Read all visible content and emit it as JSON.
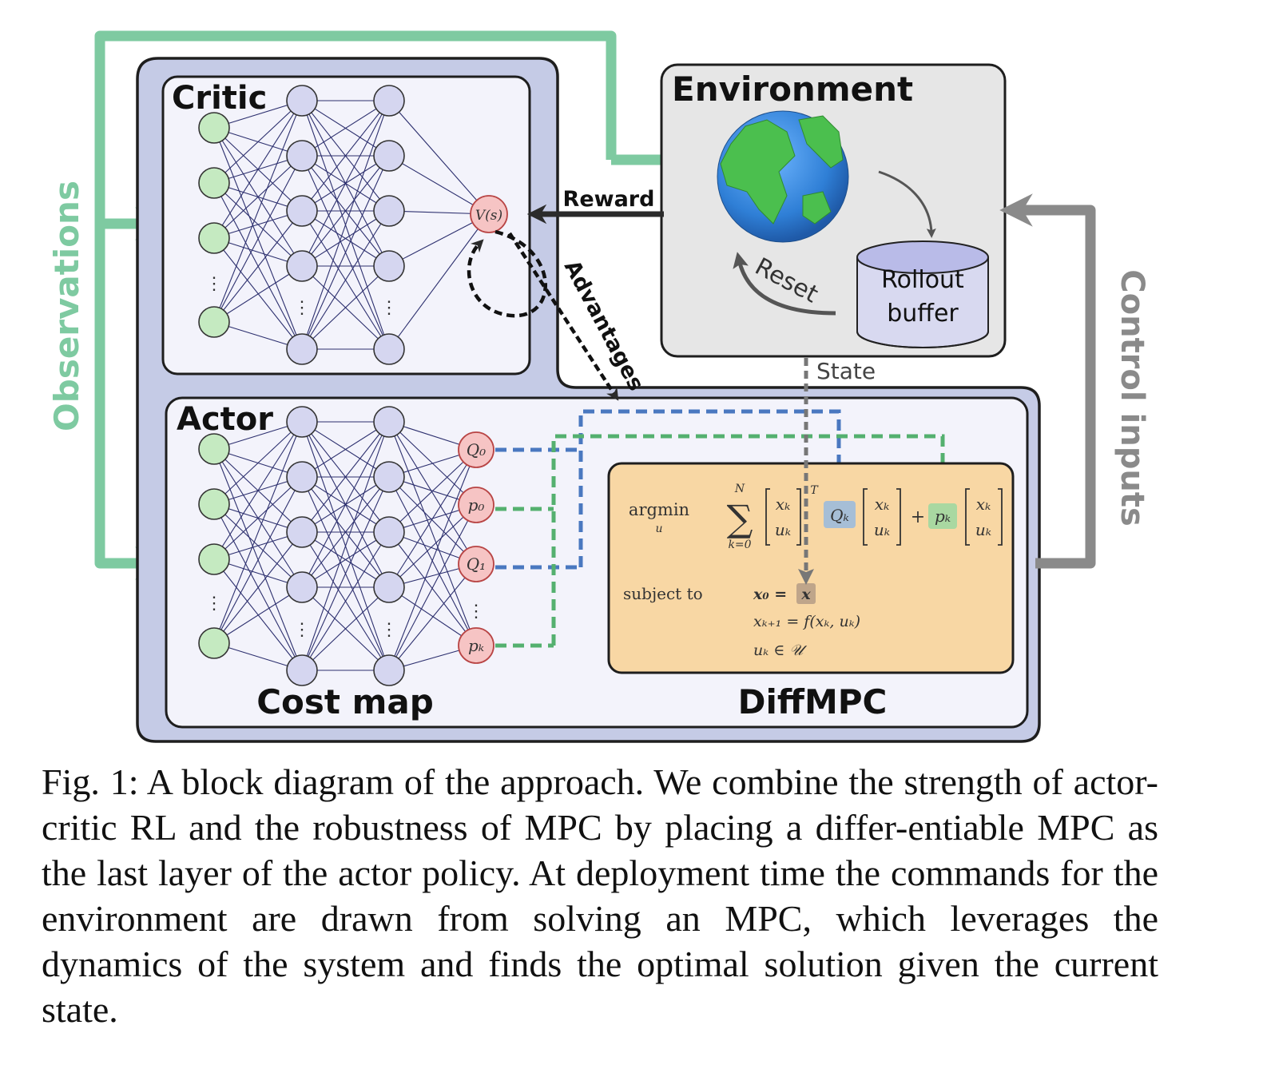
{
  "labels": {
    "critic": "Critic",
    "actor": "Actor",
    "environment": "Environment",
    "reward": "Reward",
    "advantages": "Advantages",
    "reset": "Reset",
    "rollout_line1": "Rollout",
    "rollout_line2": "buffer",
    "state": "State",
    "observations": "Observations",
    "control_inputs": "Control inputs",
    "cost_map": "Cost map",
    "diffmpc": "DiffMPC",
    "ellipsis": "⋮"
  },
  "critic_output": "V(s)",
  "actor_outputs": [
    "Q₀",
    "p₀",
    "Q₁",
    "pₖ"
  ],
  "mpc": {
    "argmin": "argmin",
    "argmin_sub": "u",
    "sum_top": "N",
    "sum_sym": "∑",
    "sum_bottom": "k=0",
    "vec_top": "xₖ",
    "vec_bottom": "uₖ",
    "transpose": "T",
    "q_term": "Qₖ",
    "plus": "+",
    "p_term": "pₖ",
    "subject_to": "subject to",
    "c1_lhs": "x₀ =",
    "c1_box": "x",
    "c2": "xₖ₊₁ = f(xₖ, uₖ)",
    "c3": "uₖ ∈ 𝒰"
  },
  "caption": "Fig. 1: A block diagram of the approach. We combine the strength of actor-critic RL and the robustness of MPC by placing a differ-entiable MPC as the last layer of the actor policy. At deployment time the commands for the environment are drawn from solving an MPC, which leverages the dynamics of the system and finds the optimal solution given the current state.",
  "colors": {
    "outer_panel": "#c5cbe6",
    "inner_panel": "#f3f3fb",
    "env_panel": "#e6e6e6",
    "mpc_panel": "#f8d7a4",
    "input_node": "#c5eac1",
    "hidden_node": "#d5d6f0",
    "output_node": "#f6c4c4",
    "observations_arrow": "#7ecaa1",
    "control_arrow": "#8a8a8a",
    "q_dashed": "#4a78c0",
    "p_dashed": "#54b06f",
    "q_highlight": "#a6bed6",
    "p_highlight": "#a9d8a1",
    "x_highlight": "#bfa58a"
  }
}
